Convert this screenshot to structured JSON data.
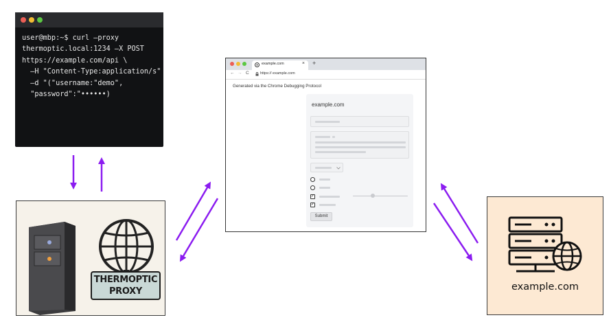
{
  "terminal": {
    "lines": [
      "user@mbp:~$ curl –proxy",
      "thermoptic.local:1234 –X POST",
      "https://example.com/api \\",
      "  –H \"Content-Type:application/s\"",
      "  –d \"(\"username:\"demo\",",
      "  \"password\":\"••••••)"
    ]
  },
  "proxy": {
    "label_line1": "THERMOPTIC",
    "label_line2": "PROXY"
  },
  "browser": {
    "tab_title": "example.com",
    "tab_close": "×",
    "new_tab": "+",
    "nav_back": "←",
    "nav_forward": "→",
    "nav_reload": "C",
    "url": "https:// example.com",
    "caption": "Generated via the Chrome Debugging Protocol",
    "card_title": "example.com",
    "submit_label": "Submit"
  },
  "server": {
    "label": "example.com"
  },
  "colors": {
    "arrow": "#8b1cf0",
    "terminal_bg": "#111214",
    "proxy_bg": "#f6f2ea",
    "server_bg": "#fde9d3",
    "dot_red": "#ec5f56",
    "dot_yellow": "#f3bd34",
    "dot_green": "#5cc843"
  }
}
